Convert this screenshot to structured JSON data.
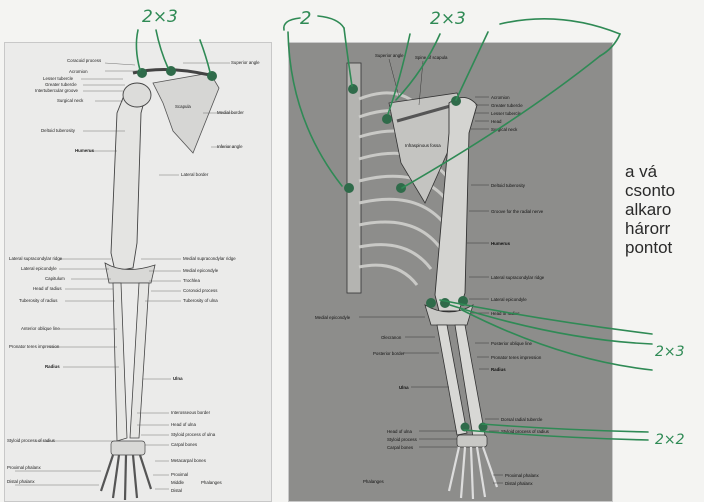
{
  "annotations": {
    "left_count": "2×3",
    "right_top_single": "2",
    "right_top_triple": "2×3",
    "forearm_mark": "2×3",
    "wrist_mark": "2×2"
  },
  "side_note": [
    "a vá",
    "csonto",
    "alkaro",
    "hárorr",
    "pontot"
  ],
  "left_labels": {
    "coracoid": "Coracoid process",
    "acromion": "Acromion",
    "superior_angle": "Superior angle",
    "lesser_tubercle": "Lesser tubercle",
    "greater_tubercle": "Greater tubercle",
    "intertubercular": "Intertubercular groove",
    "scapula": "Scapula",
    "surgical_neck": "Surgical neck",
    "medial_border": "Medial border",
    "deltoid_tuberosity": "Deltoid tuberosity",
    "inferior_angle": "Inferior angle",
    "lateral_border": "Lateral border",
    "humerus": "Humerus",
    "lat_supracondylar": "Lateral supracondylar ridge",
    "med_supracondylar": "Medial supracondylar ridge",
    "lat_epicondyle": "Lateral epicondyle",
    "med_epicondyle": "Medial epicondyle",
    "capitulum": "Capitulum",
    "trochlea": "Trochlea",
    "head_radius": "Head of radius",
    "coronoid": "Coronoid process",
    "tuberosity_radius": "Tuberosity of radius",
    "tuberosity_ulna": "Tuberosity of ulna",
    "anterior_oblique": "Anterior oblique line",
    "pronator_impression": "Pronator teres impression",
    "radius": "Radius",
    "ulna": "Ulna",
    "interosseous": "Interosseous border",
    "head_ulna": "Head of ulna",
    "styloid_radius": "Styloid process of radius",
    "styloid_ulna": "Styloid process of ulna",
    "carpal": "Carpal bones",
    "metacarpal": "Metacarpal bones",
    "proximal_phalanx": "Proximal phalanx",
    "distal_phalanx": "Distal phalanx",
    "prox_phal": "Proximal",
    "mid_phal": "Middle",
    "dist_phal": "Distal",
    "phalanges": "Phalanges"
  },
  "right_labels": {
    "superior_angle": "Superior angle",
    "spine_scapula": "Spine of scapula",
    "acromion": "Acromion",
    "greater_tubercle": "Greater tubercle",
    "lesser_tubercle": "Lesser tubercle",
    "head": "Head",
    "infraspinous": "Infraspinous fossa",
    "surgical_neck": "Surgical neck",
    "deltoid_tuberosity": "Deltoid tuberosity",
    "radial_groove": "Groove for the radial nerve",
    "humerus": "Humerus",
    "lat_supracondylar": "Lateral supracondylar ridge",
    "lat_epicondyle": "Lateral epicondyle",
    "med_epicondyle": "Medial epicondyle",
    "head_radius": "Head of radius",
    "olecranon": "Olecranon",
    "posterior_border": "Posterior border",
    "posterior_oblique": "Posterior oblique line",
    "pronator_impression": "Pronator teres impression",
    "radius": "Radius",
    "ulna": "Ulna",
    "head_ulna": "Head of ulna",
    "styloid_ulna": "Styloid process",
    "dorsal_tubercle": "Dorsal radial tubercle",
    "styloid_radius": "Styloid process of radius",
    "carpal": "Carpal bones",
    "proximal_phal": "Proximal phalanx",
    "distal_phal": "Distal phalanx",
    "phalanges": "Phalanges"
  }
}
